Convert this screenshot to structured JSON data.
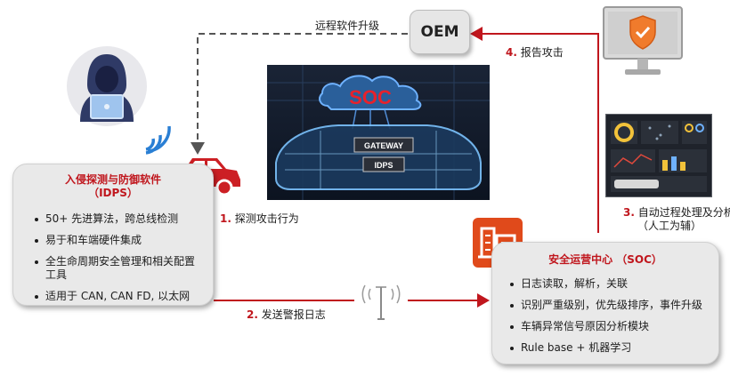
{
  "remote_update": "远程软件升级",
  "oem": {
    "label": "OEM"
  },
  "illustration": {
    "soc_cloud": "SOC",
    "gateway": "GATEWAY",
    "idps": "IDPS"
  },
  "steps": {
    "step1": {
      "num": "1.",
      "text": "探测攻击行为"
    },
    "step2": {
      "num": "2.",
      "text": "发送警报日志"
    },
    "step3": {
      "num": "3.",
      "text": "自动过程处理及分析",
      "sub": "（人工为辅）"
    },
    "step4": {
      "num": "4.",
      "text": "报告攻击"
    }
  },
  "idps_card": {
    "title_line1": "入侵探测与防御软件",
    "title_line2": "（IDPS）",
    "items": [
      "50+ 先进算法，跨总线检测",
      "易于和车端硬件集成",
      "全生命周期安全管理和相关配置工具",
      "适用于 CAN, CAN FD, 以太网"
    ]
  },
  "soc_card": {
    "title": "安全运营中心 （SOC）",
    "items": [
      "日志读取，解析，关联",
      "识别严重级别，优先级排序，事件升级",
      "车辆异常信号原因分析模块",
      "Rule base + 机器学习"
    ]
  },
  "colors": {
    "accent_red": "#c0161d",
    "card_bg": "#e9e9e9",
    "soc_orange": "#e04a1b"
  }
}
